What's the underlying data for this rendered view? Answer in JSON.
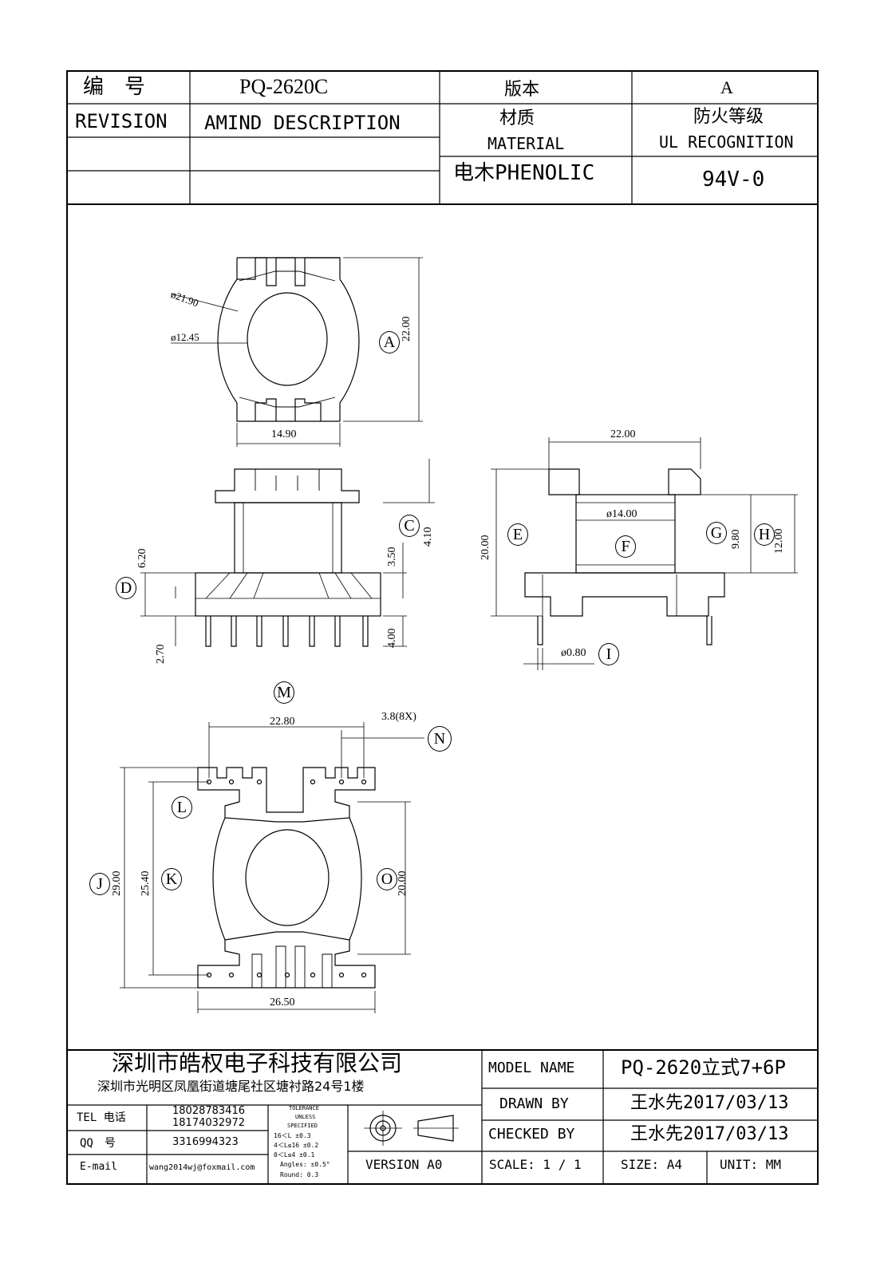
{
  "header": {
    "number_label": "编　号",
    "number_value": "PQ-2620C",
    "version_label": "版本",
    "version_value": "A",
    "revision_label": "REVISION",
    "description_label": "AMIND DESCRIPTION",
    "material_label_cn": "材质",
    "material_label_en": "MATERIAL",
    "fire_label_cn": "防火等级",
    "fire_label_en": "UL RECOGNITION",
    "material_value": "电木PHENOLIC",
    "fire_value": "94V-0"
  },
  "dimensions": {
    "d_outer": "ø21.90",
    "d_inner": "ø12.45",
    "height_a": "22.00",
    "width_top": "14.90",
    "c_value": "4.10",
    "d_6_20": "6.20",
    "d_3_50": "3.50",
    "d_4_00": "4.00",
    "d_2_70": "2.70",
    "side_22_00": "22.00",
    "side_20_00": "20.00",
    "side_d14": "ø14.00",
    "side_9_80": "9.80",
    "side_12_00": "12.00",
    "pin_d": "ø0.80",
    "bot_22_80": "22.80",
    "bot_3_8": "3.8(8X)",
    "bot_29_00": "29.00",
    "bot_25_40": "25.40",
    "bot_20_00": "20.00",
    "bot_26_50": "26.50"
  },
  "markers": {
    "A": "A",
    "C": "C",
    "D": "D",
    "E": "E",
    "F": "F",
    "G": "G",
    "H": "H",
    "I": "I",
    "J": "J",
    "K": "K",
    "L": "L",
    "M": "M",
    "N": "N",
    "O": "O"
  },
  "footer": {
    "company": "深圳市皓权电子科技有限公司",
    "address": "深圳市光明区凤凰街道塘尾社区塘衬路24号1楼",
    "tel_label": "TEL 电话",
    "tel_1": "18028783416",
    "tel_2": "18174032972",
    "qq_label": "QQ　号",
    "qq_value": "3316994323",
    "email_label": "E-mail",
    "email_value": "wang2014wj@foxmail.com",
    "tol_title_1": "TOLERANCE",
    "tol_title_2": "UNLESS",
    "tol_title_3": "SPECIFIED",
    "tol_row_1": "16＜L        ±0.3",
    "tol_row_2": "4＜L≤16     ±0.2",
    "tol_row_3": "0＜L≤4       ±0.1",
    "tol_row_4": "Angles: ±0.5°",
    "tol_row_5": "Round: 0.3",
    "version_text": "VERSION A0",
    "model_label": "MODEL NAME",
    "model_value": "PQ-2620立式7+6P",
    "drawn_label": "DRAWN BY",
    "drawn_value": "王水先2017/03/13",
    "checked_label": "CHECKED BY",
    "checked_value": "王水先2017/03/13",
    "scale_text": "SCALE: 1 / 1",
    "size_text": "SIZE: A4",
    "unit_text": "UNIT: MM"
  }
}
